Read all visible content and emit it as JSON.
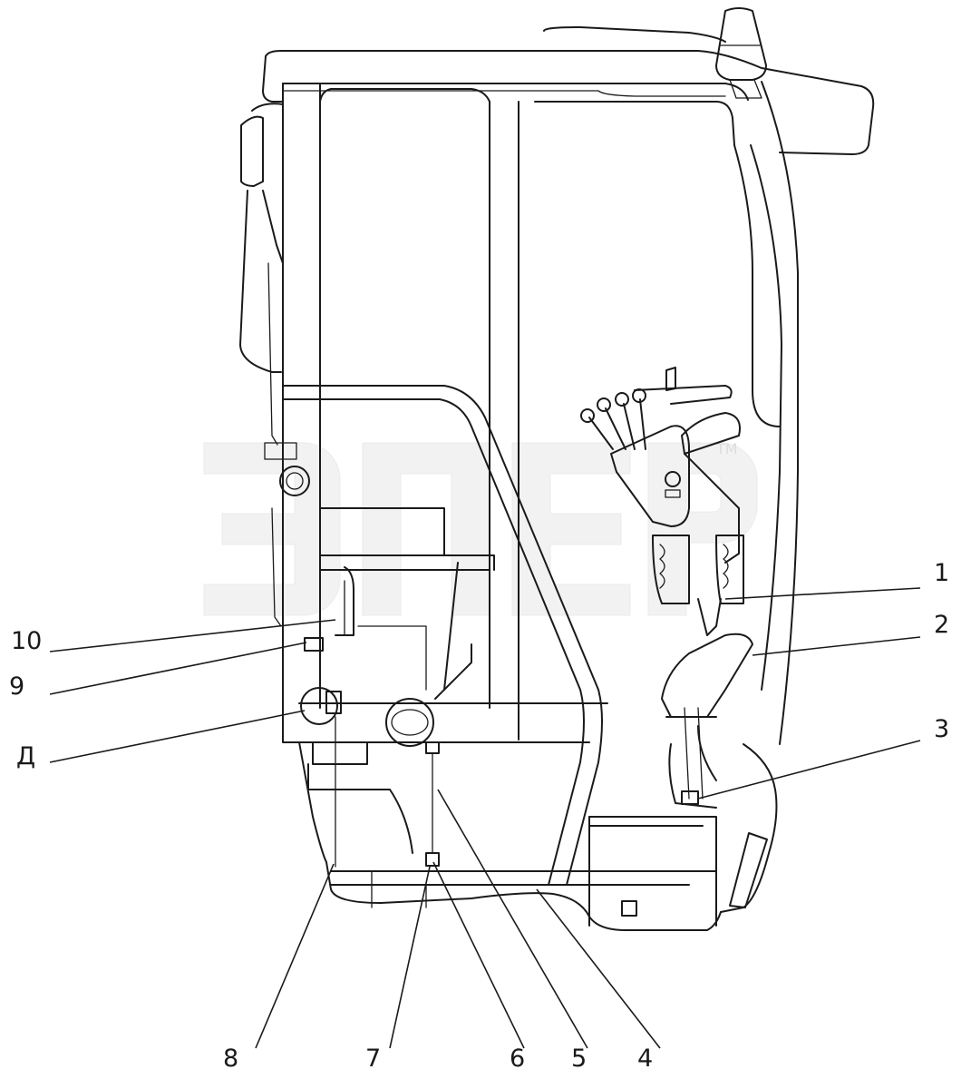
{
  "watermark": {
    "mark": "ЭПЕР",
    "tm": "TM"
  },
  "callouts": [
    {
      "id": "1",
      "label": "1"
    },
    {
      "id": "2",
      "label": "2"
    },
    {
      "id": "3",
      "label": "3"
    },
    {
      "id": "4",
      "label": "4"
    },
    {
      "id": "5",
      "label": "5"
    },
    {
      "id": "6",
      "label": "6"
    },
    {
      "id": "7",
      "label": "7"
    },
    {
      "id": "8",
      "label": "8"
    },
    {
      "id": "9",
      "label": "9"
    },
    {
      "id": "10",
      "label": "10"
    },
    {
      "id": "D",
      "label": "Д"
    }
  ]
}
